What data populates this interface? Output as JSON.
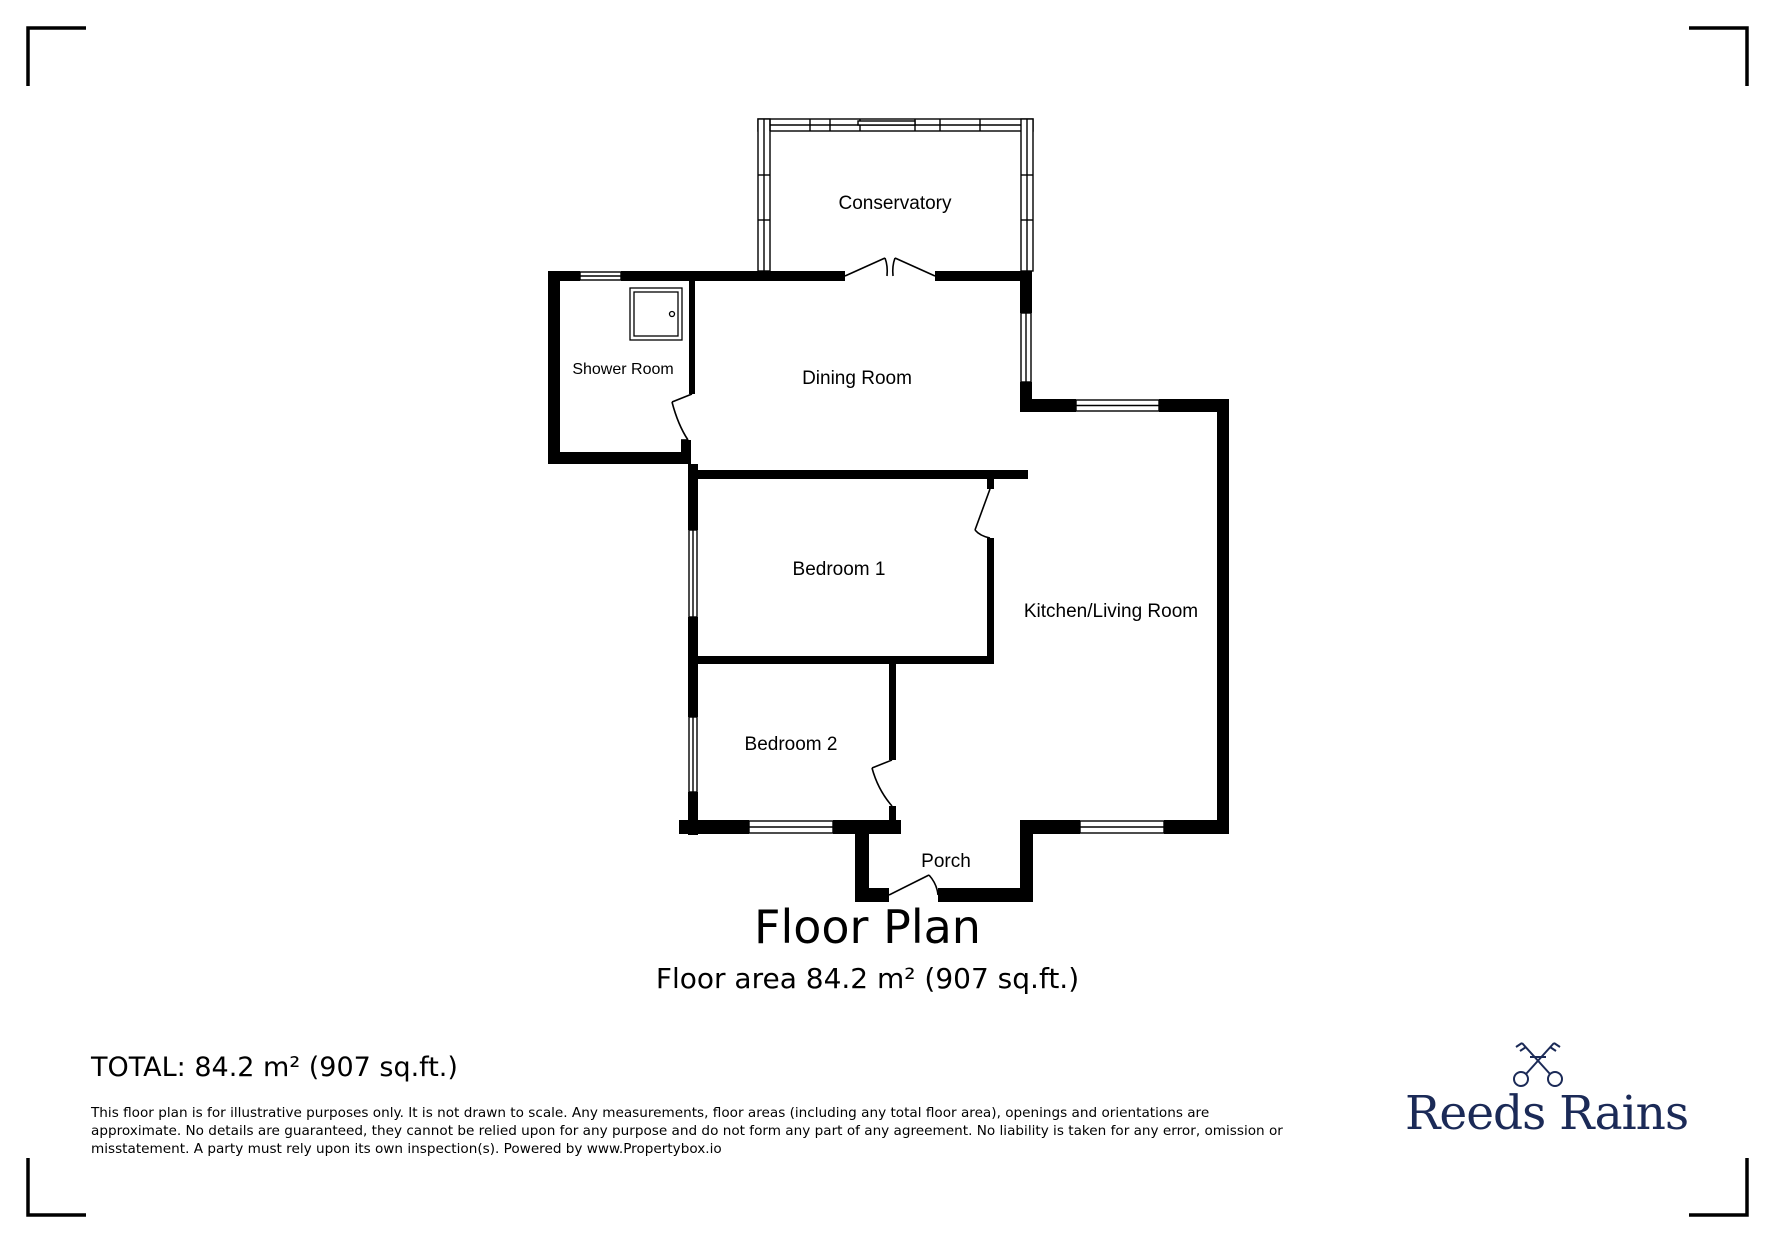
{
  "rooms": {
    "conservatory": "Conservatory",
    "shower_room": "Shower Room",
    "dining_room": "Dining Room",
    "bedroom_1": "Bedroom 1",
    "kitchen_living": "Kitchen/Living Room",
    "bedroom_2": "Bedroom 2",
    "porch": "Porch"
  },
  "title": "Floor Plan",
  "floor_area": "Floor area 84.2 m² (907 sq.ft.)",
  "total": "TOTAL: 84.2 m² (907 sq.ft.)",
  "disclaimer": {
    "line1": "This floor plan is for illustrative purposes only. It is not drawn to scale. Any measurements, floor areas (including any total floor area), openings and orientations are",
    "line2": "approximate. No details are guaranteed, they cannot be relied upon for any purpose and do not form any part of any agreement. No liability is taken for any error, omission or",
    "line3": "misstatement. A party must rely upon its own inspection(s). Powered by www.Propertybox.io"
  },
  "brand": {
    "name": "Reeds Rains",
    "color": "#1b2a57",
    "logo_icon": "crossed-keys-icon"
  }
}
